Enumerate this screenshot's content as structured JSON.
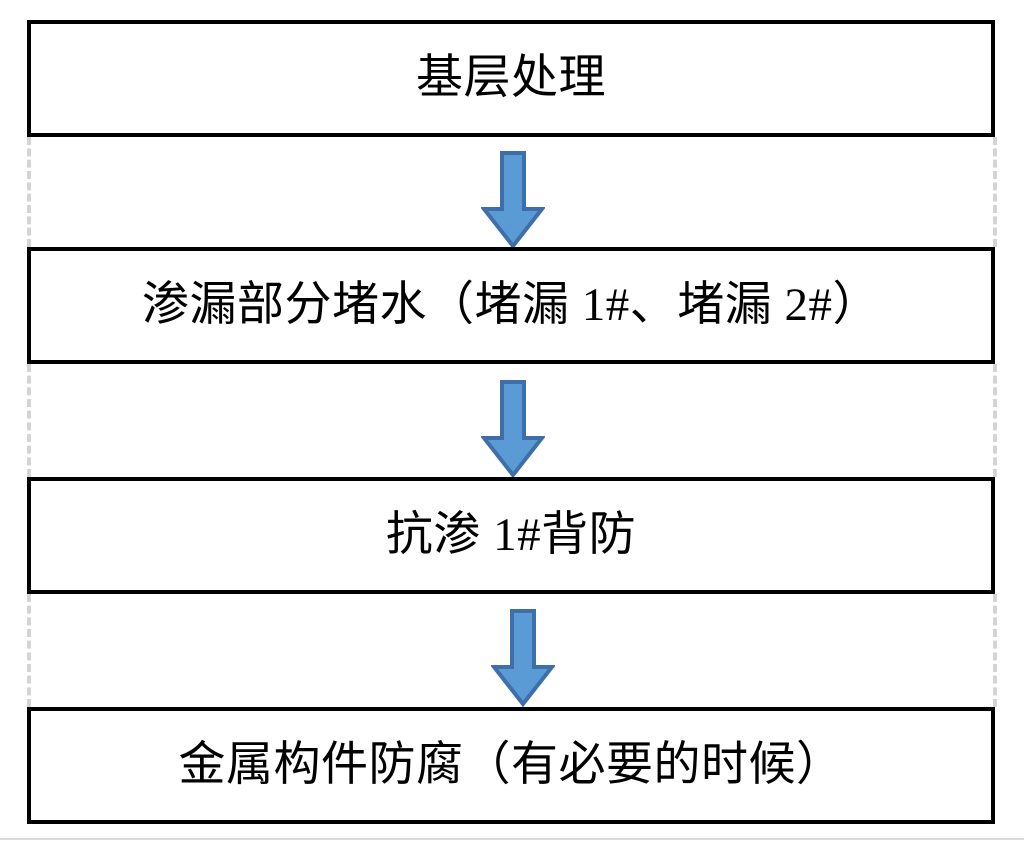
{
  "chart_data": {
    "type": "diagram",
    "diagram_kind": "flowchart",
    "orientation": "vertical",
    "title": "",
    "nodes": [
      {
        "id": "n1",
        "label": "基层处理",
        "shape": "rectangle"
      },
      {
        "id": "n2",
        "label": "渗漏部分堵水（堵漏 1#、堵漏 2#）",
        "shape": "rectangle"
      },
      {
        "id": "n3",
        "label": "抗渗 1#背防",
        "shape": "rectangle"
      },
      {
        "id": "n4",
        "label": "金属构件防腐（有必要的时候）",
        "shape": "rectangle"
      }
    ],
    "edges": [
      {
        "from": "n1",
        "to": "n2",
        "style": "block-arrow-down",
        "label": ""
      },
      {
        "from": "n2",
        "to": "n3",
        "style": "block-arrow-down",
        "label": ""
      },
      {
        "from": "n3",
        "to": "n4",
        "style": "block-arrow-down",
        "label": ""
      }
    ]
  },
  "flow": {
    "boxes": [
      {
        "label": "基层处理"
      },
      {
        "label": "渗漏部分堵水（堵漏 1#、堵漏 2#）"
      },
      {
        "label": "抗渗 1#背防"
      },
      {
        "label": "金属构件防腐（有必要的时候）"
      }
    ],
    "arrows": [
      {
        "name": "arrow-1"
      },
      {
        "name": "arrow-2"
      },
      {
        "name": "arrow-3"
      }
    ]
  },
  "colors": {
    "box_border": "#000000",
    "box_fill": "#FFFFFF",
    "arrow_fill": "#5B9BD5",
    "arrow_stroke": "#3F6FA8",
    "rail_dash": "#D4D4D4",
    "text": "#000000",
    "bottom_rule": "#D9D9D9"
  }
}
